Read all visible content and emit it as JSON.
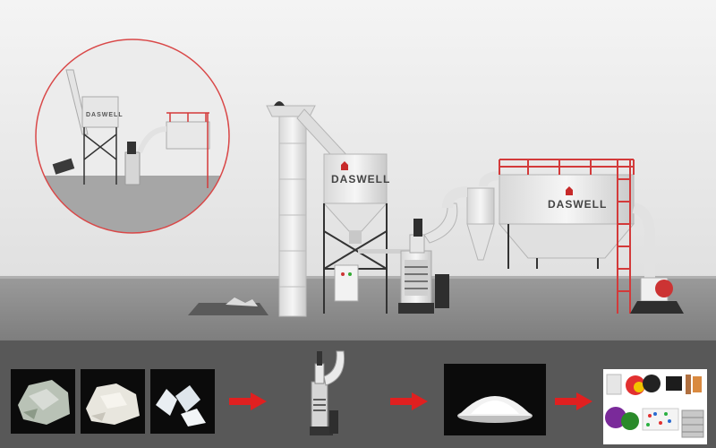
{
  "brand": {
    "name": "DASWELL",
    "color": "#c72a2a"
  },
  "colors": {
    "floor": "#8e8e8e",
    "equipment": "#e6e6e6",
    "rail_red": "#d33a3a",
    "strip_bg": "#585858",
    "arrow_red": "#e02020"
  },
  "process_flow": {
    "steps": [
      {
        "name": "raw-stone-1",
        "icon": "mineral-rock"
      },
      {
        "name": "raw-stone-2",
        "icon": "mineral-rock"
      },
      {
        "name": "raw-stone-3",
        "icon": "crushed-stone"
      },
      {
        "name": "grinding-mill",
        "icon": "mill-machine"
      },
      {
        "name": "powder",
        "icon": "powder-pile"
      },
      {
        "name": "end-products",
        "icon": "product-collage"
      }
    ],
    "arrow_icon": "right-arrow-icon"
  }
}
